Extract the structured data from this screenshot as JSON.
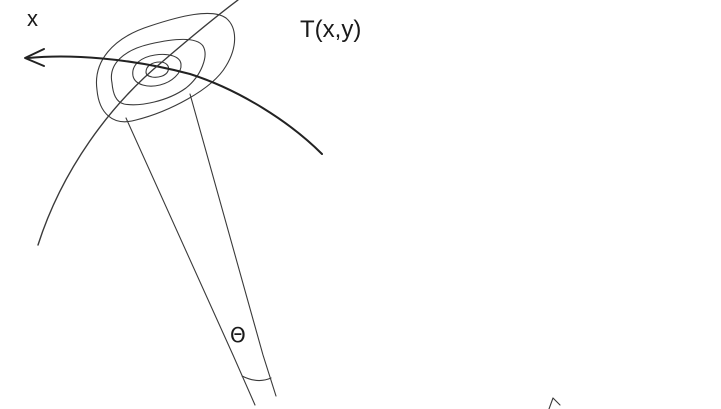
{
  "labels": {
    "x_axis": "x",
    "field": "T(x,y)",
    "angle": "Θ"
  }
}
